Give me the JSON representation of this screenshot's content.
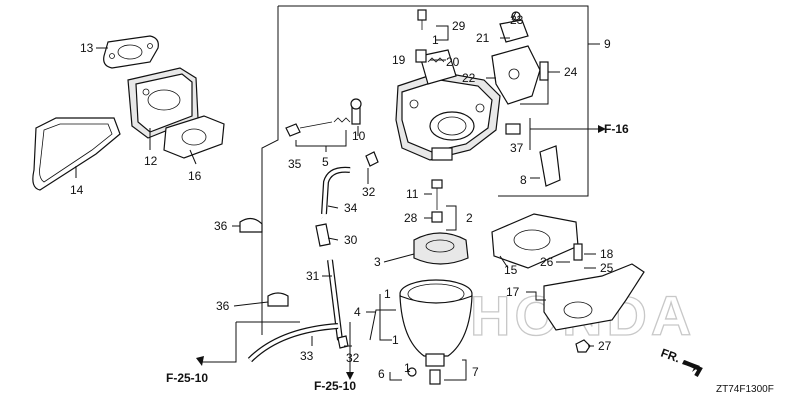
{
  "brand_watermark": "HONDA",
  "diagram_code": "ZT74F1300F",
  "front_indicator": "FR.",
  "refs": {
    "f16": "F-16",
    "f2510_left": "F-25-10",
    "f2510_right": "F-25-10"
  },
  "callouts": {
    "n1a": "1",
    "n1b": "1",
    "n1c": "1",
    "n1d": "1",
    "n2": "2",
    "n3": "3",
    "n4": "4",
    "n5": "5",
    "n6": "6",
    "n7": "7",
    "n8": "8",
    "n9": "9",
    "n10": "10",
    "n11": "11",
    "n12": "12",
    "n13": "13",
    "n14": "14",
    "n15": "15",
    "n16": "16",
    "n17": "17",
    "n18": "18",
    "n19": "19",
    "n20": "20",
    "n21": "21",
    "n22": "22",
    "n23": "23",
    "n24": "24",
    "n25": "25",
    "n26": "26",
    "n27": "27",
    "n28": "28",
    "n29": "29",
    "n30": "30",
    "n31": "31",
    "n32a": "32",
    "n32b": "32",
    "n33": "33",
    "n34": "34",
    "n35": "35",
    "n36a": "36",
    "n36b": "36",
    "n37": "37"
  }
}
